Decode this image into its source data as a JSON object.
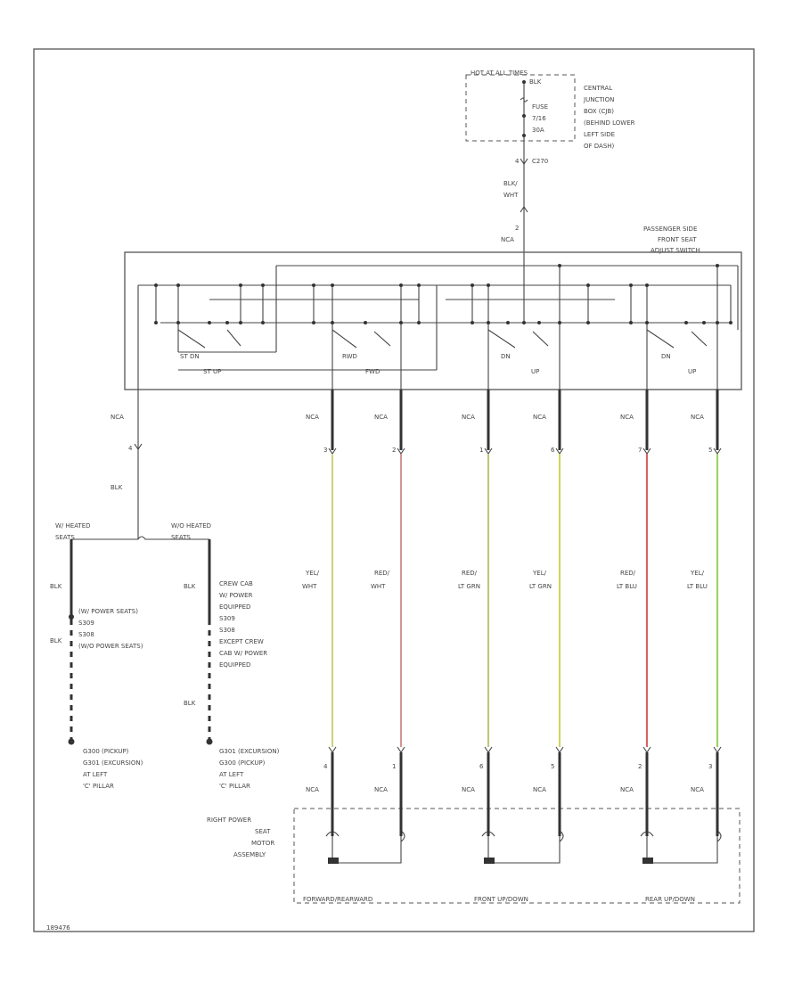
{
  "fuse_box": {
    "hot": "HOT AT ALL TIMES",
    "blk": "BLK",
    "fuse": [
      "FUSE",
      "7/16",
      "30A"
    ],
    "location": [
      "CENTRAL",
      "JUNCTION",
      "BOX (CJB)",
      "(BEHIND LOWER",
      "LEFT SIDE",
      "OF DASH)"
    ]
  },
  "c270": {
    "pin": "4",
    "label": "C270"
  },
  "feed_wire": {
    "color": [
      "BLK/",
      "WHT"
    ],
    "pin": "2",
    "nca": "NCA"
  },
  "switch": {
    "title": [
      "PASSENGER SIDE",
      "FRONT SEAT",
      "ADJUST SWITCH"
    ],
    "sections": [
      {
        "top": "ST DN",
        "bottom": "ST UP"
      },
      {
        "top": "RWD",
        "bottom": "FWD"
      },
      {
        "top": "DN",
        "bottom": "UP"
      },
      {
        "top": "DN",
        "bottom": "UP"
      }
    ]
  },
  "ground_branch": {
    "nca": "NCA",
    "pin": "4",
    "wire": "BLK",
    "left_label": [
      "W/ HEATED",
      "SEATS"
    ],
    "right_label": [
      "W/O HEATED",
      "SEATS"
    ]
  },
  "left_ground": {
    "wire1": "BLK",
    "note": [
      "(W/ POWER SEATS)",
      "S309",
      "S308",
      "(W/O POWER SEATS)"
    ],
    "wire2": "BLK",
    "ground": [
      "G300 (PICKUP)",
      "G301 (EXCURSION)",
      "AT LEFT",
      "'C' PILLAR"
    ]
  },
  "right_ground": {
    "wire1": "BLK",
    "note": [
      "CREW CAB",
      "W/ POWER",
      "EQUIPPED",
      "S309",
      "S308",
      "EXCEPT CREW",
      "CAB W/ POWER",
      "EQUIPPED"
    ],
    "wire2": "BLK",
    "ground": [
      "G301 (EXCURSION)",
      "G300 (PICKUP)",
      "AT LEFT",
      "'C' PILLAR"
    ]
  },
  "wires": [
    {
      "top_nca": "NCA",
      "top_pin": "3",
      "color": [
        "YEL/",
        "WHT"
      ],
      "bottom_pin": "4",
      "bottom_nca": "NCA",
      "stroke": "#e8f080"
    },
    {
      "top_nca": "NCA",
      "top_pin": "2",
      "color": [
        "RED/",
        "WHT"
      ],
      "bottom_pin": "1",
      "bottom_nca": "NCA",
      "stroke": "#f4a0a0"
    },
    {
      "top_nca": "NCA",
      "top_pin": "1",
      "color": [
        "RED/",
        "LT GRN"
      ],
      "bottom_pin": "6",
      "bottom_nca": "NCA",
      "stroke": "#d8e080"
    },
    {
      "top_nca": "NCA",
      "top_pin": "6",
      "color": [
        "YEL/",
        "LT GRN"
      ],
      "bottom_pin": "5",
      "bottom_nca": "NCA",
      "stroke": "#f0f060"
    },
    {
      "top_nca": "NCA",
      "top_pin": "7",
      "color": [
        "RED/",
        "LT BLU"
      ],
      "bottom_pin": "2",
      "bottom_nca": "NCA",
      "stroke": "#f06060"
    },
    {
      "top_nca": "NCA",
      "top_pin": "5",
      "color": [
        "YEL/",
        "LT BLU"
      ],
      "bottom_pin": "3",
      "bottom_nca": "NCA",
      "stroke": "#a8f060"
    }
  ],
  "motor": {
    "label": [
      "RIGHT POWER",
      "SEAT",
      "MOTOR",
      "ASSEMBLY"
    ],
    "motors": [
      "FORWARD/REARWARD",
      "FRONT UP/DOWN",
      "REAR UP/DOWN"
    ]
  },
  "figure_id": "189476"
}
